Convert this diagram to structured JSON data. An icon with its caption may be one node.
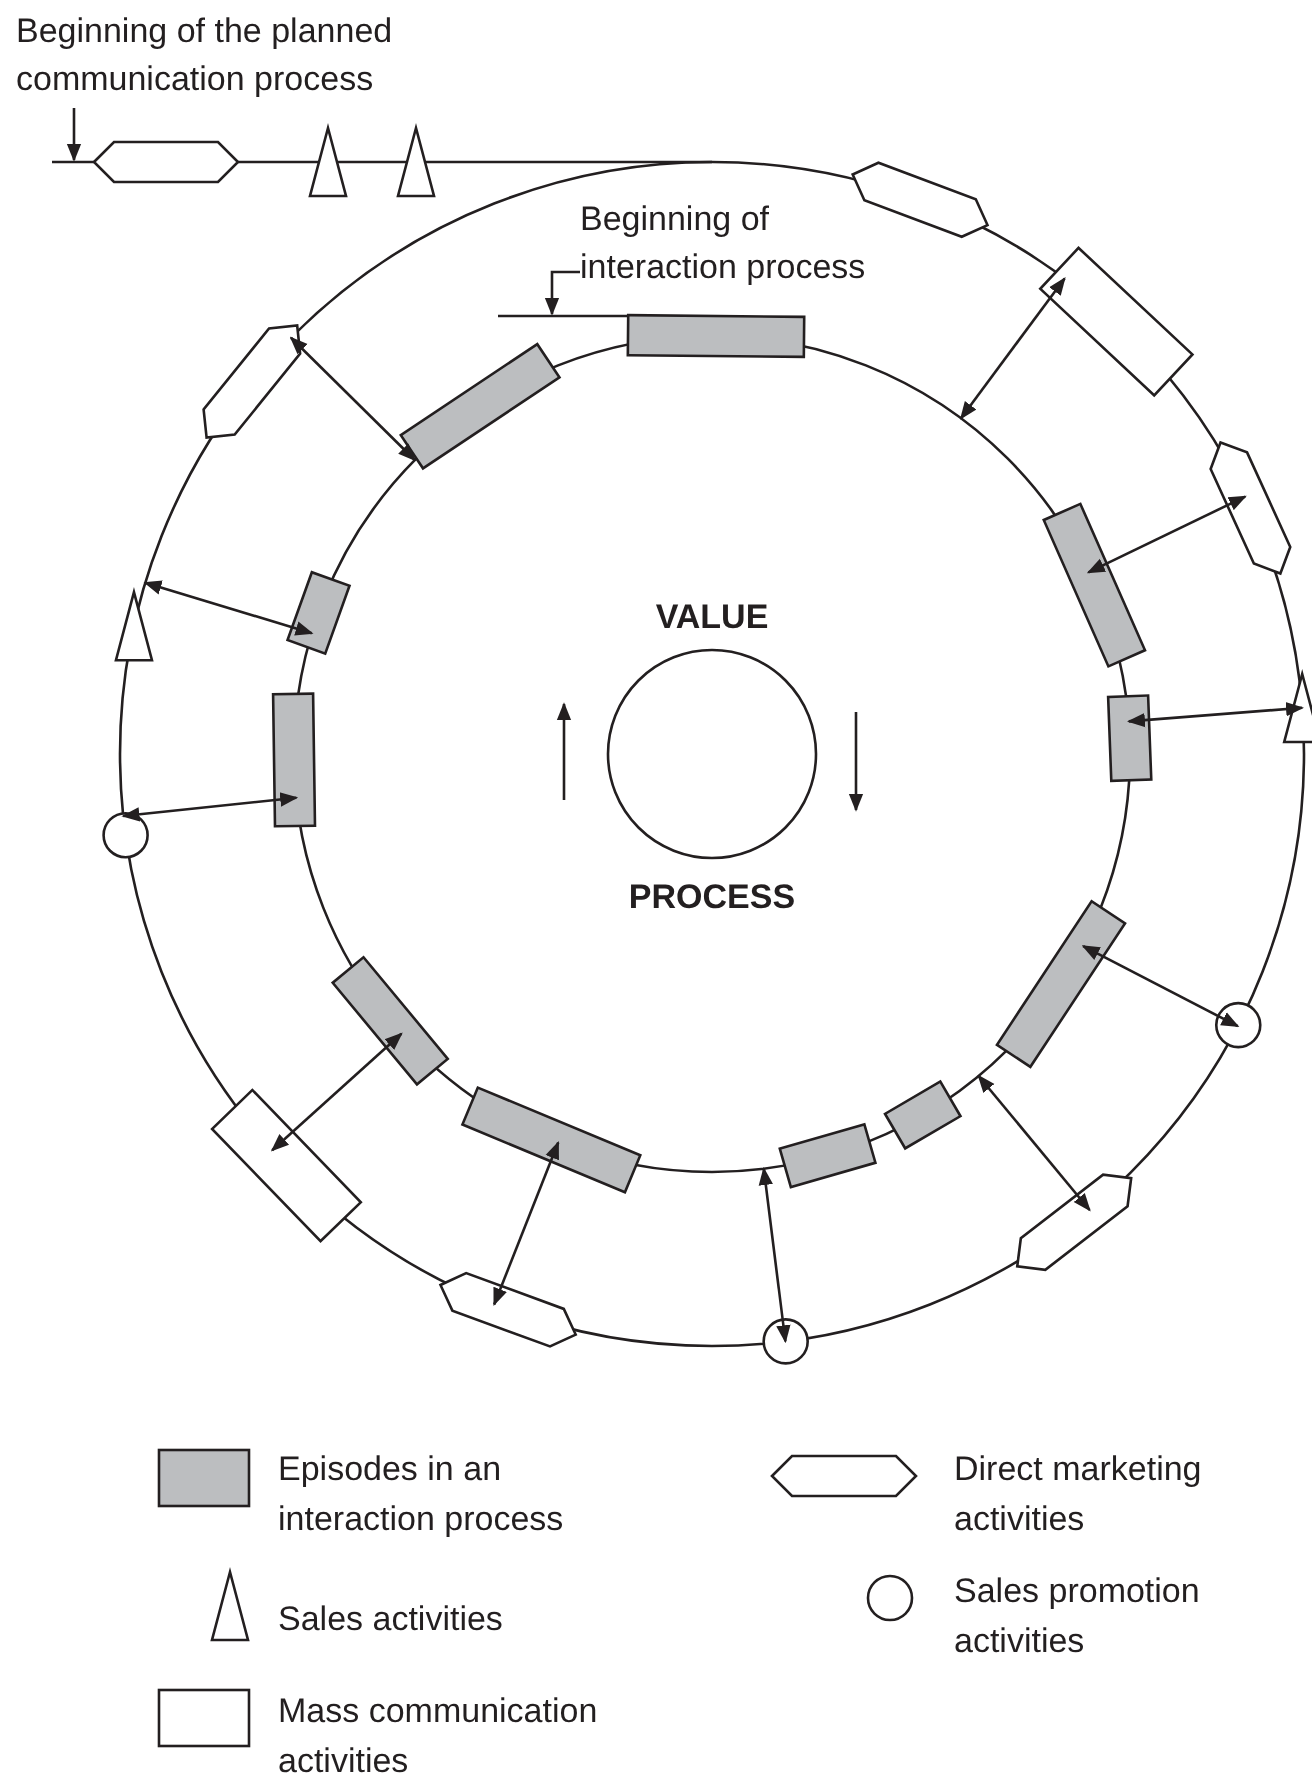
{
  "diagram": {
    "nodes": [
      {
        "text": [
          "Beginning of the planned communication process"
        ]
      },
      {
        "text": [
          "Beginning of interaction process"
        ],
        "in": 2
      },
      {
        "text": [],
        "shape": "circle"
      },
      {
        "text": [],
        "shape": "circle",
        "in": 2
      },
      {
        "text": [
          "VALUE",
          "PROCESS"
        ],
        "in": 3
      }
    ],
    "edges": [
      {
        "from": 0,
        "to": 2,
        "arrow": "to"
      },
      {
        "from": 1,
        "to": 3,
        "arrow": "to"
      },
      {
        "from": 3,
        "to": 2,
        "arrow": "both"
      },
      {
        "from": 3,
        "to": 2,
        "arrow": "both"
      },
      {
        "from": 3,
        "to": 2,
        "arrow": "both"
      },
      {
        "from": 3,
        "to": 2,
        "arrow": "both"
      },
      {
        "from": 3,
        "to": 2,
        "arrow": "both"
      },
      {
        "from": 3,
        "to": 2,
        "arrow": "both"
      },
      {
        "from": 3,
        "to": 2,
        "arrow": "both"
      },
      {
        "from": 3,
        "to": 2,
        "arrow": "both"
      },
      {
        "from": 3,
        "to": 2,
        "arrow": "both"
      },
      {
        "from": 3,
        "to": 2,
        "arrow": "both"
      },
      {
        "from": 3,
        "to": 2,
        "arrow": "both"
      }
    ],
    "legend": [
      {
        "text": "Episodes in an interaction process",
        "color": "#bcbec0"
      },
      {
        "text": "Direct marketing activities"
      },
      {
        "text": "Sales activities"
      },
      {
        "text": "Sales promotion activities"
      },
      {
        "text": "Mass communication activities"
      }
    ]
  }
}
